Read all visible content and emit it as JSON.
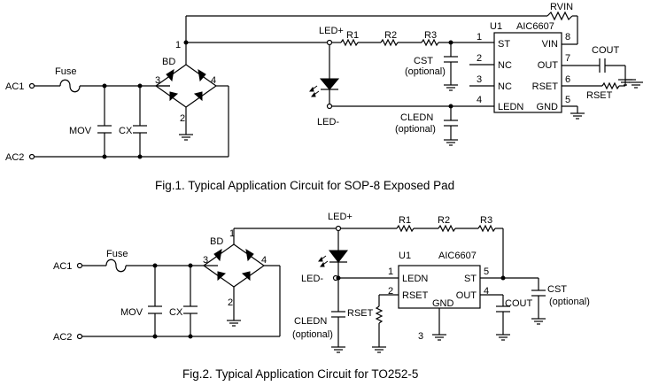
{
  "fig1": {
    "caption": "Fig.1. Typical Application Circuit for SOP-8 Exposed Pad",
    "ac1": "AC1",
    "ac2": "AC2",
    "fuse": "Fuse",
    "mov": "MOV",
    "cx": "CX",
    "bd": "BD",
    "bd_n1": "1",
    "bd_n2": "2",
    "bd_n3": "3",
    "bd_n4": "4",
    "led_plus": "LED+",
    "led_minus": "LED-",
    "r1": "R1",
    "r2": "R2",
    "r3": "R3",
    "cst": "CST",
    "cst_opt": "(optional)",
    "cledn": "CLEDN",
    "cledn_opt": "(optional)",
    "u1": "U1",
    "chip": "AIC6607",
    "rvin": "RVIN",
    "cout": "COUT",
    "rset": "RSET",
    "pins": [
      {
        "num": "1",
        "name": "ST"
      },
      {
        "num": "2",
        "name": "NC"
      },
      {
        "num": "3",
        "name": "NC"
      },
      {
        "num": "4",
        "name": "LEDN"
      },
      {
        "num": "8",
        "name": "VIN"
      },
      {
        "num": "7",
        "name": "OUT"
      },
      {
        "num": "6",
        "name": "RSET"
      },
      {
        "num": "5",
        "name": "GND"
      }
    ]
  },
  "fig2": {
    "caption": "Fig.2. Typical Application Circuit for TO252-5",
    "ac1": "AC1",
    "ac2": "AC2",
    "fuse": "Fuse",
    "mov": "MOV",
    "cx": "CX",
    "bd": "BD",
    "bd_n1": "1",
    "bd_n2": "2",
    "bd_n3": "3",
    "bd_n4": "4",
    "led_plus": "LED+",
    "led_minus": "LED-",
    "r1": "R1",
    "r2": "R2",
    "r3": "R3",
    "cst": "CST",
    "cst_opt": "(optional)",
    "cledn": "CLEDN",
    "cledn_opt": "(optional)",
    "u1": "U1",
    "chip": "AIC6607",
    "rset": "RSET",
    "cout": "COUT",
    "pins": [
      {
        "num": "1",
        "name": "LEDN"
      },
      {
        "num": "2",
        "name": "RSET"
      },
      {
        "num": "3",
        "name": "GND"
      },
      {
        "num": "4",
        "name": "OUT"
      },
      {
        "num": "5",
        "name": "ST"
      }
    ]
  }
}
